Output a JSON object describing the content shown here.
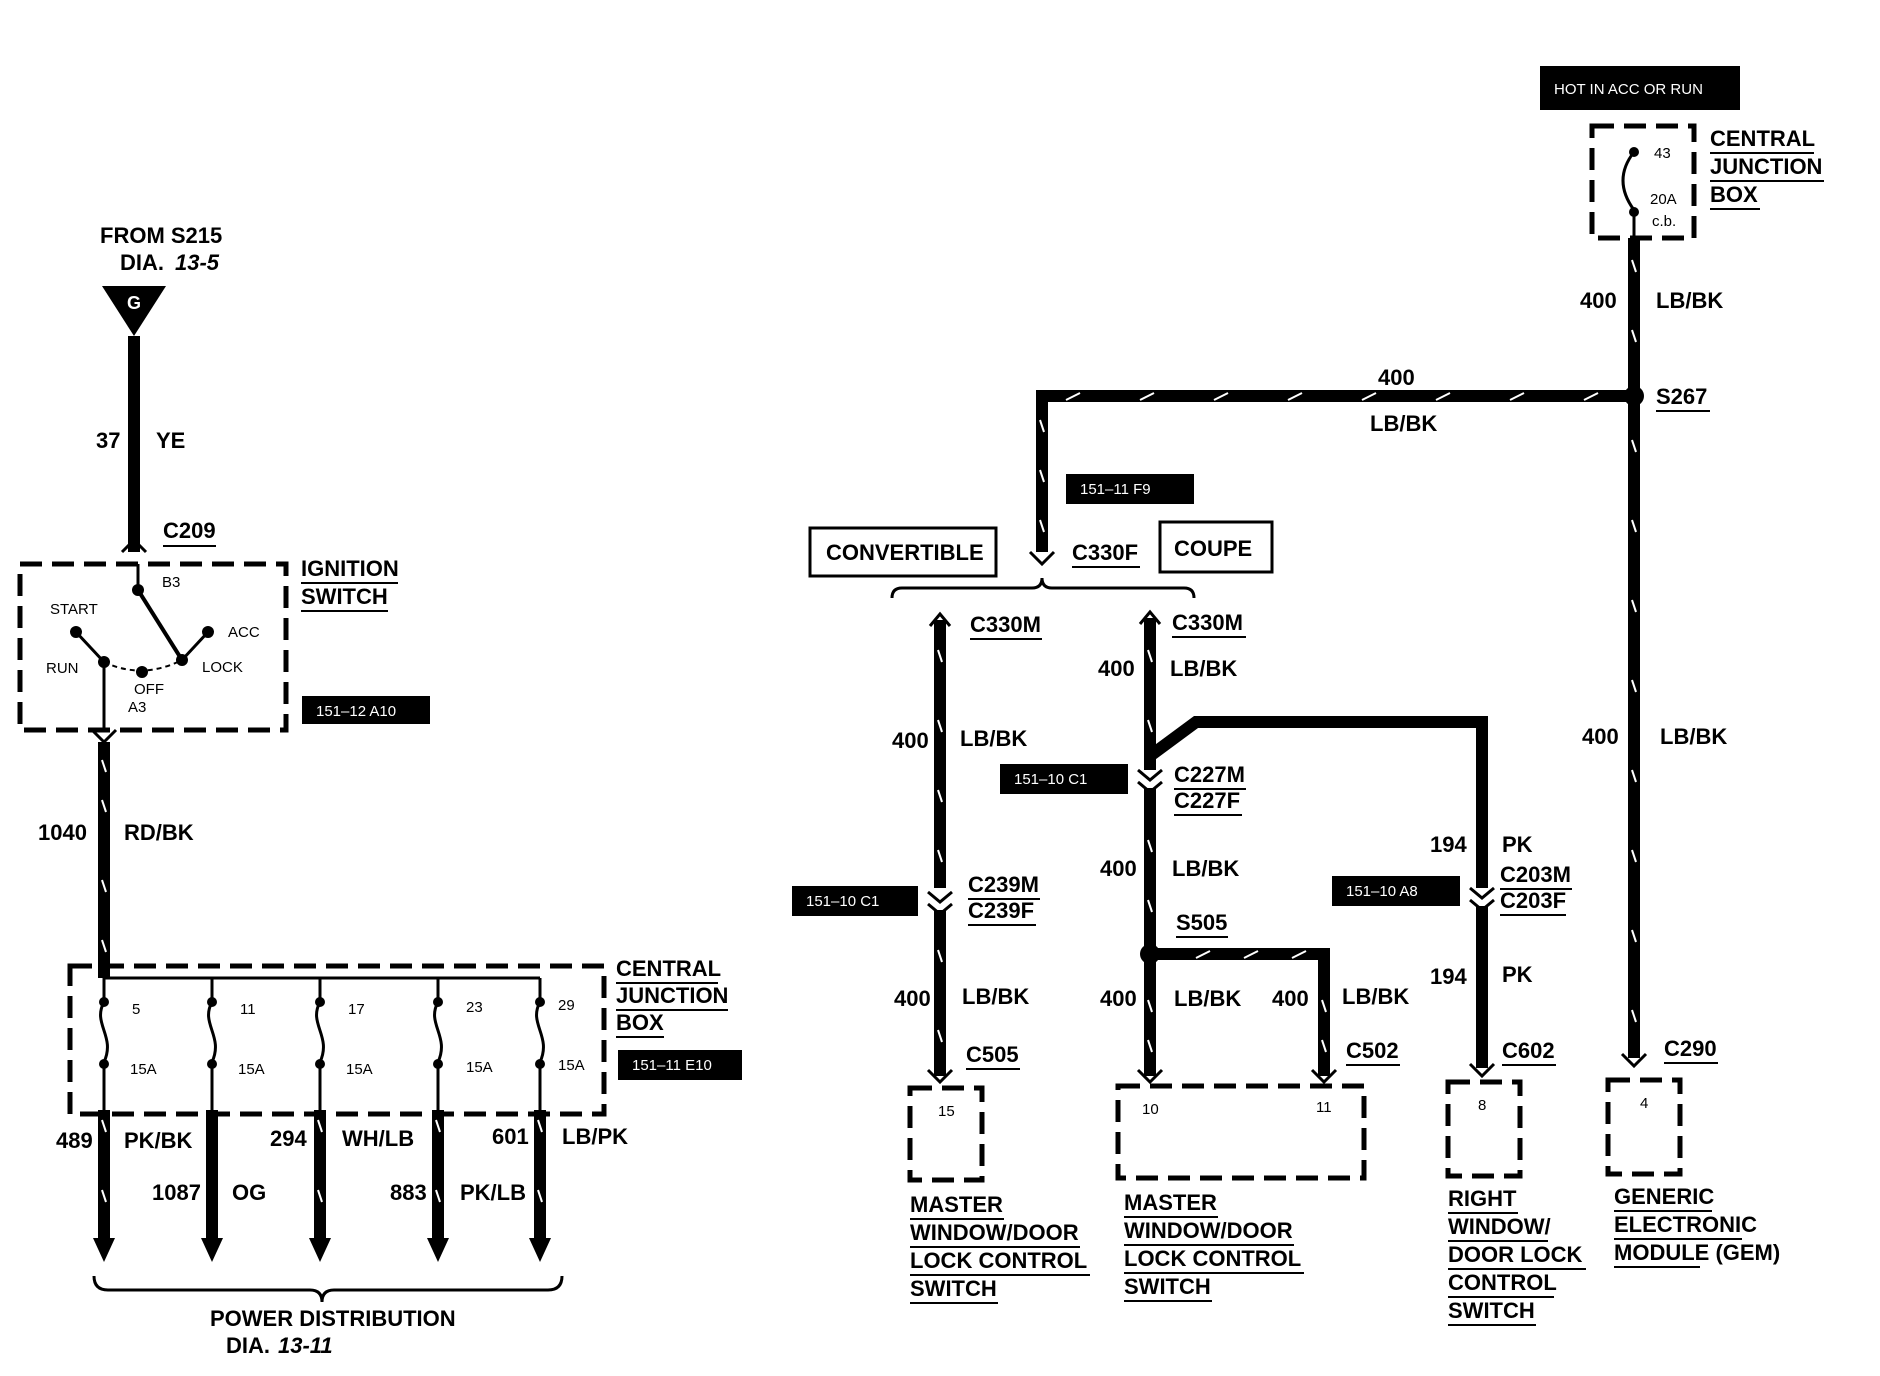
{
  "left": {
    "source": {
      "from": "FROM S215",
      "dia": "DIA.",
      "dia_num": "13-5",
      "ground": "G"
    },
    "wire_37": {
      "circuit": "37",
      "color": "YE"
    },
    "c209": "C209",
    "ignition": {
      "title_1": "IGNITION",
      "title_2": "SWITCH",
      "b3": "B3",
      "start": "START",
      "acc": "ACC",
      "run": "RUN",
      "lock": "LOCK",
      "off": "OFF",
      "a3": "A3",
      "tag": "151–12 A10"
    },
    "wire_1040": {
      "circuit": "1040",
      "color": "RD/BK"
    },
    "cjb": {
      "title_1": "CENTRAL",
      "title_2": "JUNCTION",
      "title_3": "BOX",
      "tag": "151–11 E10",
      "fuses": [
        {
          "num": "5",
          "amp": "15A"
        },
        {
          "num": "11",
          "amp": "15A"
        },
        {
          "num": "17",
          "amp": "15A"
        },
        {
          "num": "23",
          "amp": "15A"
        },
        {
          "num": "29",
          "amp": "15A"
        }
      ]
    },
    "outputs": [
      {
        "circuit": "489",
        "color": "PK/BK"
      },
      {
        "circuit": "1087",
        "color": "OG"
      },
      {
        "circuit": "294",
        "color": "WH/LB"
      },
      {
        "circuit": "883",
        "color": "PK/LB"
      },
      {
        "circuit": "601",
        "color": "LB/PK"
      }
    ],
    "power_dist": {
      "title": "POWER DISTRIBUTION",
      "dia": "DIA.",
      "dia_num": "13-11"
    }
  },
  "right": {
    "hot_tag": "HOT IN ACC OR RUN",
    "cjb": {
      "title_1": "CENTRAL",
      "title_2": "JUNCTION",
      "title_3": "BOX",
      "num": "43",
      "amp": "20A",
      "cb": "c.b."
    },
    "wire_top": {
      "circuit": "400",
      "color": "LB/BK"
    },
    "s267": "S267",
    "wire_horiz": {
      "circuit": "400",
      "color": "LB/BK"
    },
    "tag_f9": "151–11 F9",
    "convertible": "CONVERTIBLE",
    "coupe": "COUPE",
    "c330f": "C330F",
    "conv_branch": {
      "c330m": "C330M",
      "wire_a": {
        "circuit": "400",
        "color": "LB/BK"
      },
      "tag": "151–10 C1",
      "c239m": "C239M",
      "c239f": "C239F",
      "wire_b": {
        "circuit": "400",
        "color": "LB/BK"
      },
      "c505": "C505",
      "pin": "15",
      "switch_1": "MASTER",
      "switch_2": "WINDOW/DOOR",
      "switch_3": "LOCK CONTROL",
      "switch_4": "SWITCH"
    },
    "coupe_branch": {
      "c330m": "C330M",
      "wire_a": {
        "circuit": "400",
        "color": "LB/BK"
      },
      "tag": "151–10 C1",
      "c227m": "C227M",
      "c227f": "C227F",
      "wire_b": {
        "circuit": "400",
        "color": "LB/BK"
      },
      "s505": "S505",
      "wire_c": {
        "circuit": "400",
        "color": "LB/BK"
      },
      "wire_d": {
        "circuit": "400",
        "color": "LB/BK"
      },
      "c502": "C502",
      "pin_a": "10",
      "pin_b": "11",
      "switch_1": "MASTER",
      "switch_2": "WINDOW/DOOR",
      "switch_3": "LOCK CONTROL",
      "switch_4": "SWITCH"
    },
    "right_branch": {
      "wire_a": {
        "circuit": "194",
        "color": "PK"
      },
      "tag": "151–10 A8",
      "c203m": "C203M",
      "c203f": "C203F",
      "wire_b": {
        "circuit": "194",
        "color": "PK"
      },
      "c602": "C602",
      "pin": "8",
      "switch_1": "RIGHT",
      "switch_2": "WINDOW/",
      "switch_3": "DOOR LOCK",
      "switch_4": "CONTROL",
      "switch_5": "SWITCH"
    },
    "gem_branch": {
      "wire": {
        "circuit": "400",
        "color": "LB/BK"
      },
      "c290": "C290",
      "pin": "4",
      "gem_1": "GENERIC",
      "gem_2": "ELECTRONIC",
      "gem_3": "MODULE (GEM)"
    }
  }
}
